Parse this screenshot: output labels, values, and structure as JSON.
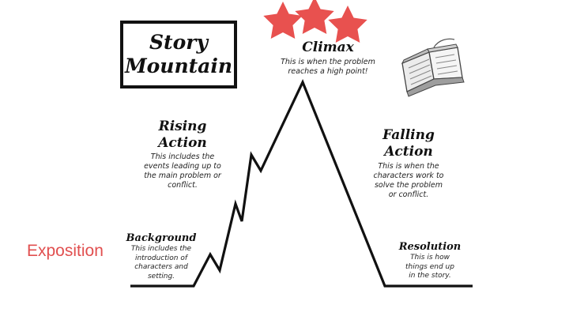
{
  "title": {
    "line1": "Story",
    "line2": "Mountain"
  },
  "climax": {
    "heading": "Climax",
    "line1": "This is when the problem",
    "line2": "reaches a high point!"
  },
  "rising": {
    "heading_line1": "Rising",
    "heading_line2": "Action",
    "line1": "This includes the",
    "line2": "events leading up to",
    "line3": "the main problem or",
    "line4": "conflict."
  },
  "falling": {
    "heading_line1": "Falling",
    "heading_line2": "Action",
    "line1": "This is when the",
    "line2": "characters work to",
    "line3": "solve the problem",
    "line4": "or conflict."
  },
  "background": {
    "heading": "Background",
    "line1": "This includes the",
    "line2": "introduction of",
    "line3": "characters and",
    "line4": "setting."
  },
  "resolution": {
    "heading": "Resolution",
    "line1": "This is how",
    "line2": "things end up",
    "line3": "in the story."
  },
  "exposition_label": "Exposition",
  "colors": {
    "star": "#e8514f",
    "exposition": "#e14f4f",
    "line": "#111111"
  },
  "icons": [
    "star-icon",
    "open-book-icon"
  ]
}
